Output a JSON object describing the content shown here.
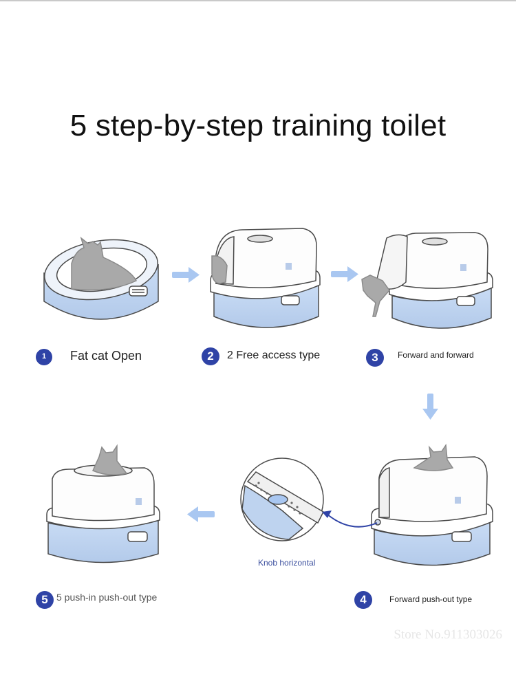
{
  "title": "5 step-by-step training toilet",
  "steps": [
    {
      "number": "1",
      "label": "Fat cat Open"
    },
    {
      "number": "2",
      "label": "2 Free access type"
    },
    {
      "number": "3",
      "label": "Forward and forward"
    },
    {
      "number": "4",
      "label": "Forward push-out type"
    },
    {
      "number": "5",
      "label": "5 push-in push-out type"
    }
  ],
  "callout": {
    "label": "Knob horizontal"
  },
  "watermark": "Store No.911303026",
  "colors": {
    "base": "#bed3ef",
    "lid": "#fdfdfd",
    "outline": "#4a4a4a",
    "arrow": "#a9c7f1",
    "badge": "#2f43a6",
    "cat": "#a9a9a9"
  }
}
